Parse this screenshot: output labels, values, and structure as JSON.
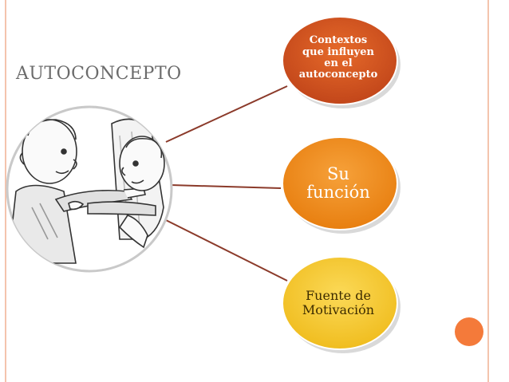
{
  "slide": {
    "title": "AUTOCONCEPTO",
    "image": {
      "icon": "person-looking-in-mirror-illustration"
    }
  },
  "diagram": {
    "nodes": [
      {
        "label": "Contextos\nque influyen\nen el\nautoconcepto",
        "color": "#d4561a"
      },
      {
        "label": "Su\nfunción",
        "color": "#f08a18"
      },
      {
        "label": "Fuente de\nMotivación",
        "color": "#f7c92b"
      }
    ],
    "connector_color": "#8b3a2a"
  },
  "theme": {
    "accent": "#f47a3a",
    "border": "#f4c4ad",
    "title_color": "#6b6b6b"
  }
}
